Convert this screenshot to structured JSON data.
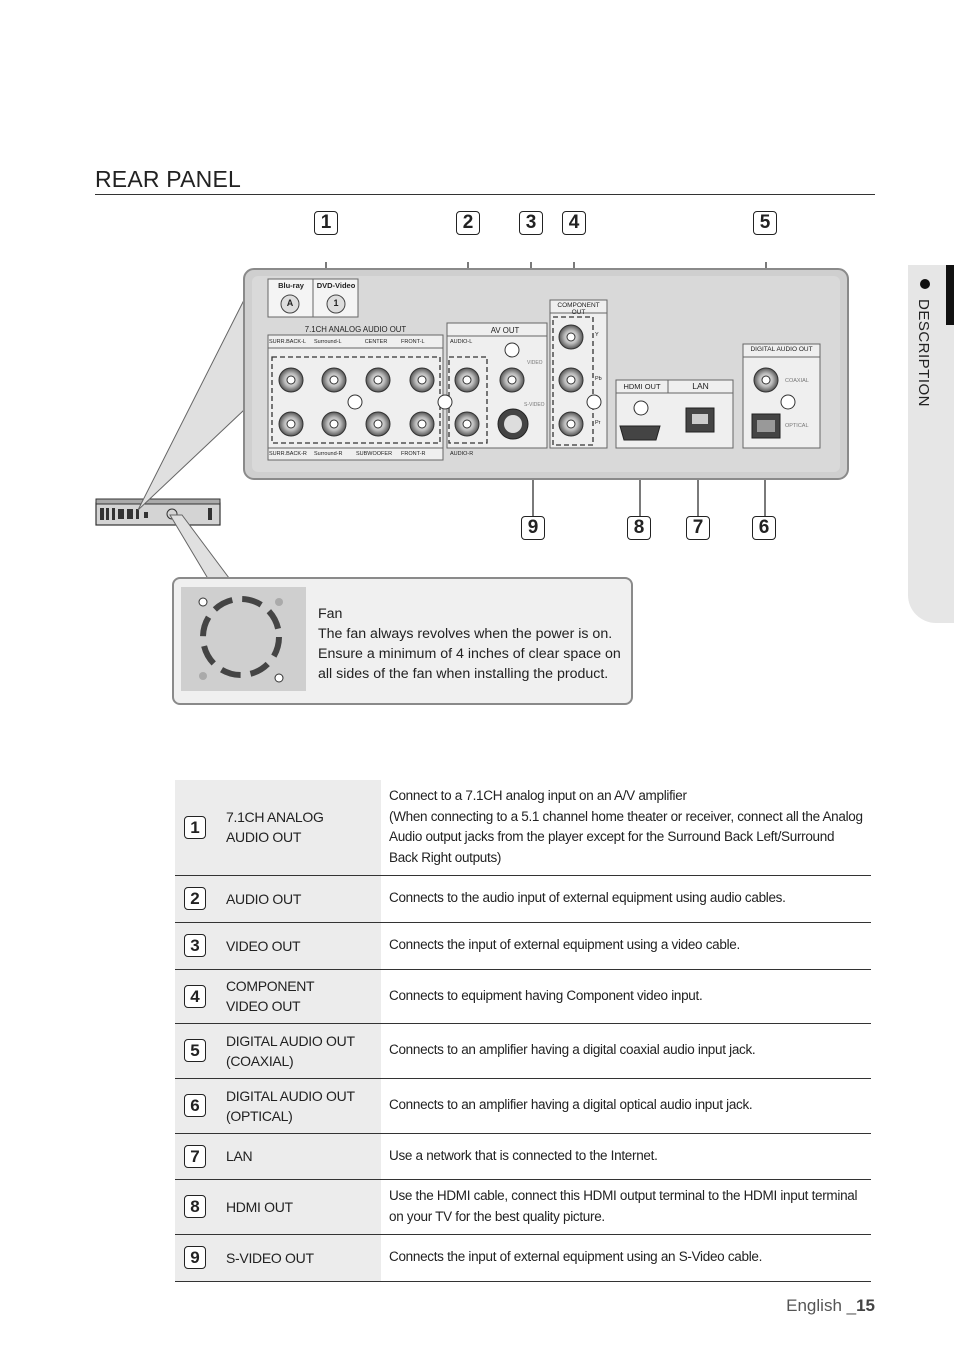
{
  "section_title": "REAR PANEL",
  "side_tab_label": "DESCRIPTION",
  "callouts_top": [
    "1",
    "2",
    "3",
    "4",
    "5"
  ],
  "callouts_bottom": [
    "9",
    "8",
    "7",
    "6"
  ],
  "panel": {
    "badge_left": "Blu-ray",
    "badge_right": "DVD-Video",
    "region_left": "A",
    "region_right": "1",
    "analog_title": "7.1CH ANALOG AUDIO OUT",
    "analog_top_labels": [
      "SURR.BACK-L",
      "Surround-L",
      "CENTER",
      "FRONT-L"
    ],
    "analog_bottom_labels": [
      "SURR.BACK-R",
      "Surround-R",
      "SUBWOOFER",
      "FRONT-R"
    ],
    "av_title": "AV OUT",
    "audio_l": "AUDIO-L",
    "audio_r": "AUDIO-R",
    "video": "VIDEO",
    "svideo": "S-VIDEO",
    "component_title": "COMPONENT OUT",
    "comp_y": "Y",
    "comp_pb": "Pb",
    "comp_pr": "Pr",
    "hdmi": "HDMI OUT",
    "lan": "LAN",
    "digital_title": "DIGITAL AUDIO OUT",
    "coaxial": "COAXIAL",
    "optical": "OPTICAL"
  },
  "fan": {
    "title": "Fan",
    "lines": [
      "The fan always revolves when the power is on.",
      "Ensure a minimum of 4 inches of clear space on",
      "all sides of the fan when installing the product."
    ]
  },
  "table": [
    {
      "num": "1",
      "name": "7.1CH ANALOG\nAUDIO OUT",
      "desc": "Connect to a 7.1CH analog input on an A/V amplifier\n(When connecting to a 5.1 channel home theater or receiver, connect all the Analog Audio output jacks from the player except for the Surround Back Left/Surround Back Right outputs)"
    },
    {
      "num": "2",
      "name": "AUDIO OUT",
      "desc": "Connects to the audio input of external equipment using audio cables."
    },
    {
      "num": "3",
      "name": "VIDEO OUT",
      "desc": "Connects the input of external equipment using a video cable."
    },
    {
      "num": "4",
      "name": "COMPONENT\nVIDEO OUT",
      "desc": "Connects to equipment having Component video input."
    },
    {
      "num": "5",
      "name": "DIGITAL AUDIO OUT\n(COAXIAL)",
      "desc": "Connects to an amplifier having a digital coaxial audio input jack."
    },
    {
      "num": "6",
      "name": "DIGITAL AUDIO OUT\n(OPTICAL)",
      "desc": "Connects to an amplifier having a digital optical audio input jack."
    },
    {
      "num": "7",
      "name": "LAN",
      "desc": "Use a network that is connected to the Internet."
    },
    {
      "num": "8",
      "name": "HDMI OUT",
      "desc": "Use the HDMI cable, connect this HDMI output terminal to the HDMI input terminal on your TV for the best quality picture."
    },
    {
      "num": "9",
      "name": "S-VIDEO OUT",
      "desc": "Connects the input of external equipment using an S-Video cable."
    }
  ],
  "footer": {
    "language": "English _",
    "page": "15"
  }
}
